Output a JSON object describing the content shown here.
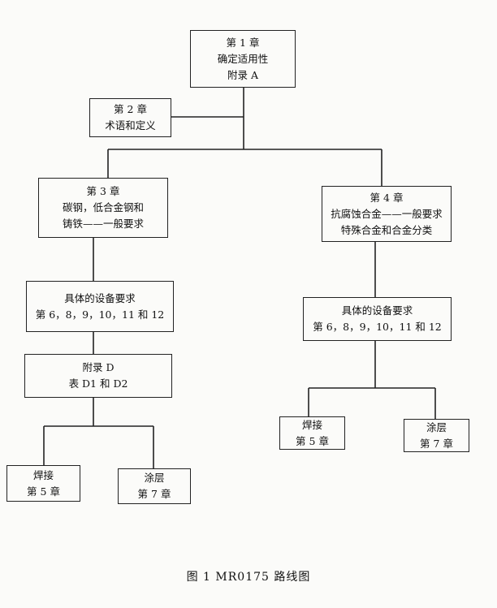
{
  "title": {
    "text": "图 1   MR0175 路线图"
  },
  "nodes": {
    "ch1": {
      "lines": [
        "第 1 章",
        "确定适用性",
        "附录 A"
      ]
    },
    "ch2": {
      "lines": [
        "第 2 章",
        "术语和定义"
      ]
    },
    "ch3": {
      "lines": [
        "第 3 章",
        "碳钢，低合金钢和",
        "铸铁——一般要求"
      ]
    },
    "ch4": {
      "lines": [
        "第 4 章",
        "抗腐蚀合金——一般要求",
        "特殊合金和合金分类"
      ]
    },
    "equip_left": {
      "lines": [
        "具体的设备要求",
        "第 6，8，9，10，11 和 12"
      ]
    },
    "equip_right": {
      "lines": [
        "具体的设备要求",
        "第 6，8，9，10，11 和 12"
      ]
    },
    "appendix_d": {
      "lines": [
        "附录 D",
        "表 D1 和 D2"
      ]
    },
    "weld_left": {
      "lines": [
        "焊接",
        "第 5 章"
      ]
    },
    "coat_left": {
      "lines": [
        "涂层",
        "第 7 章"
      ]
    },
    "weld_right": {
      "lines": [
        "焊接",
        "第 5 章"
      ]
    },
    "coat_right": {
      "lines": [
        "涂层",
        "第 7 章"
      ]
    }
  }
}
